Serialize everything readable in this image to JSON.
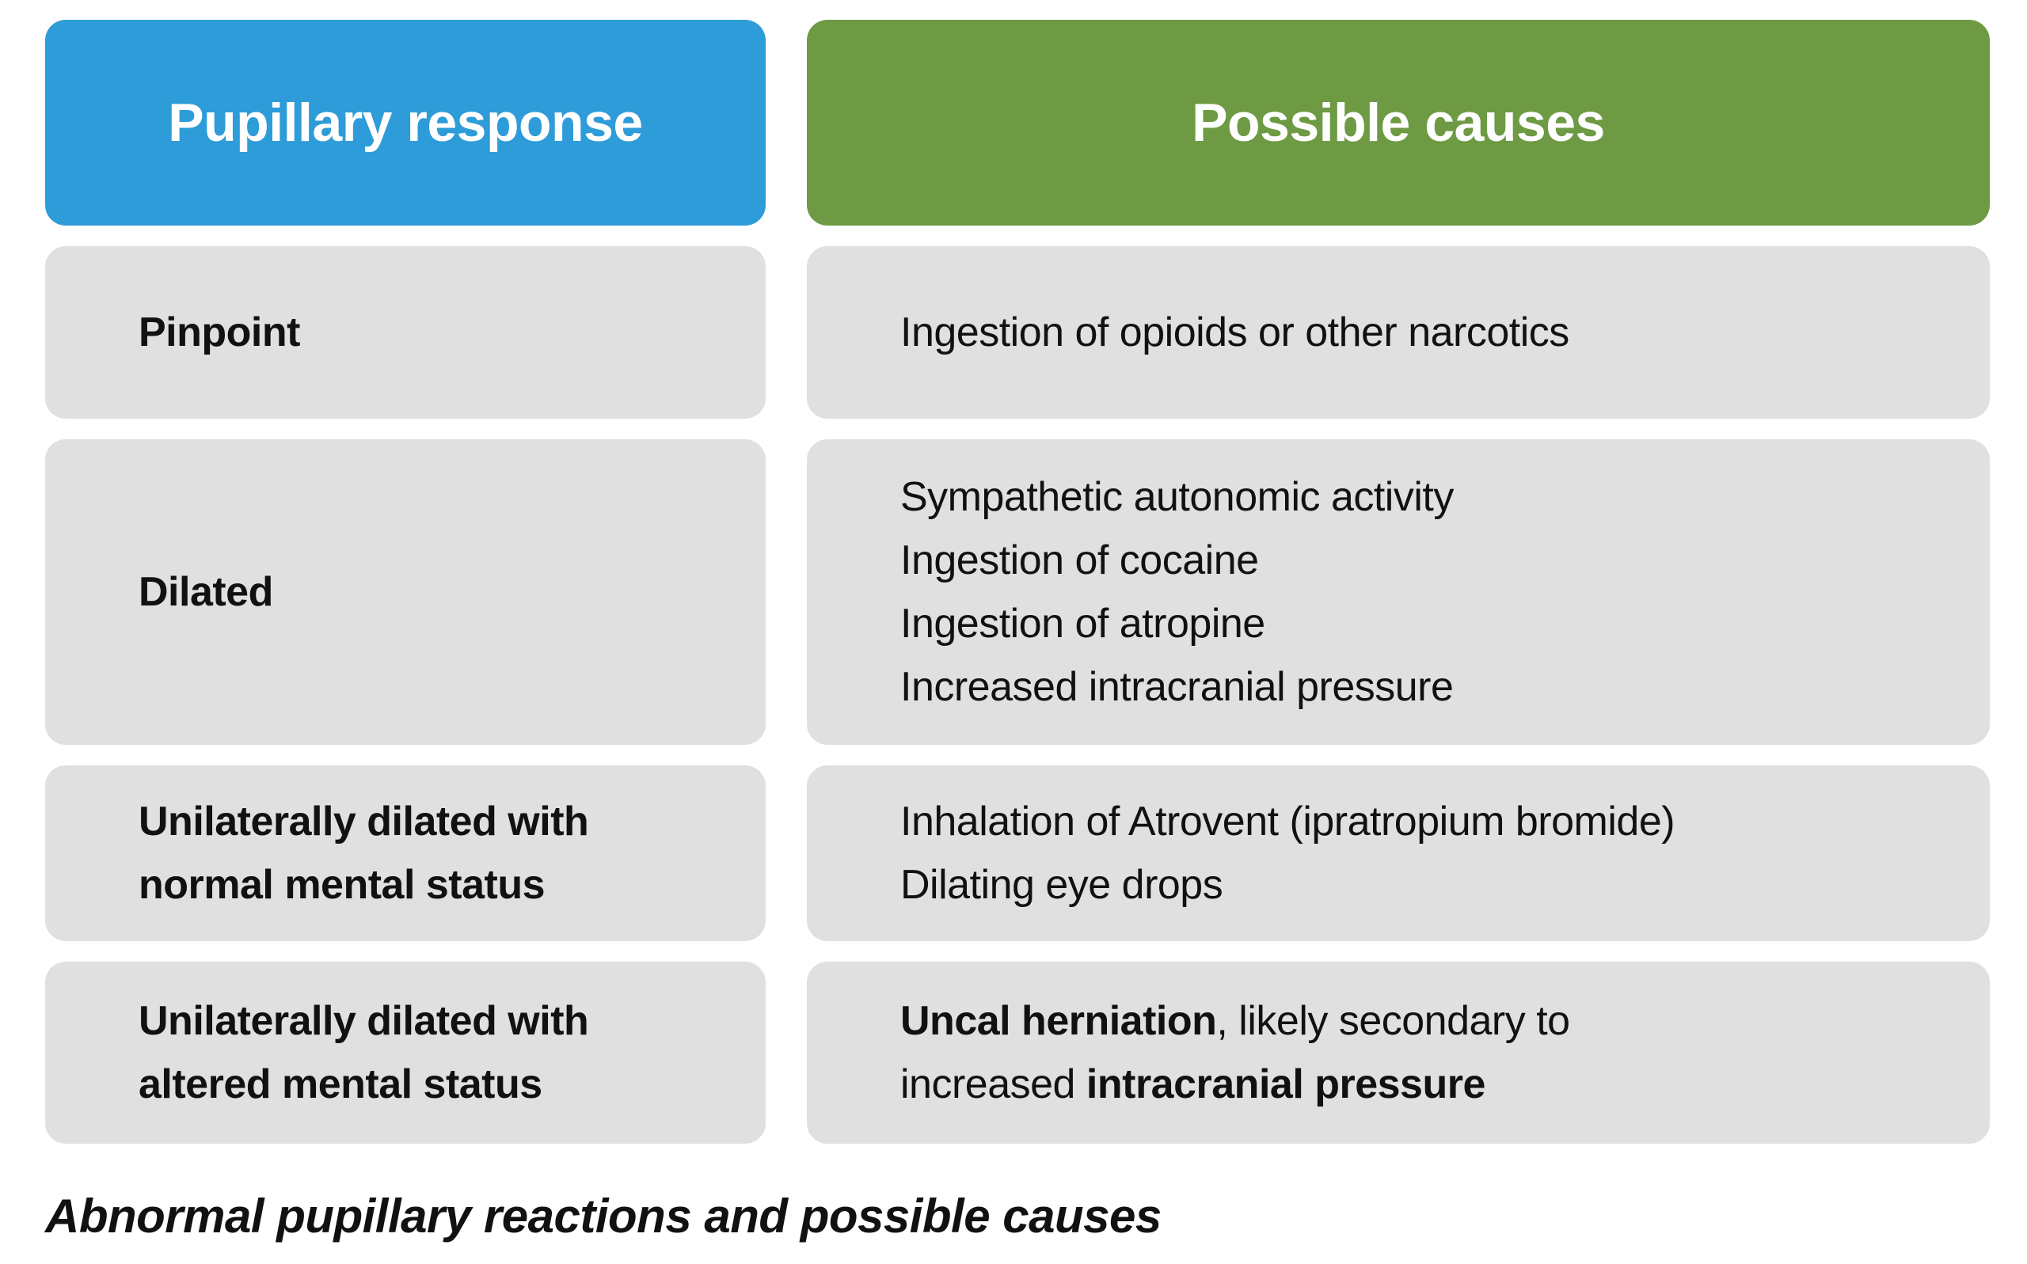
{
  "figure": {
    "headers": [
      {
        "label": "Pupillary response",
        "color": "#2e9cd8"
      },
      {
        "label": "Possible causes",
        "color": "#6d9a43"
      }
    ],
    "rows": [
      {
        "response_lines": [
          "Pinpoint"
        ],
        "cause_lines": [
          "Ingestion of opioids or other narcotics"
        ]
      },
      {
        "response_lines": [
          "Dilated"
        ],
        "cause_lines": [
          "Sympathetic autonomic activity",
          "Ingestion of cocaine",
          "Ingestion of atropine",
          "Increased intracranial pressure"
        ]
      },
      {
        "response_lines": [
          "Unilaterally dilated with",
          "normal mental status"
        ],
        "cause_lines": [
          "Inhalation of Atrovent (ipratropium bromide)",
          "Dilating eye drops"
        ]
      },
      {
        "response_lines": [
          "Unilaterally dilated with",
          "altered mental status"
        ],
        "cause_rich": [
          [
            {
              "text": "Uncal herniation",
              "bold": true
            },
            {
              "text": ", likely secondary to",
              "bold": false
            }
          ],
          [
            {
              "text": "increased ",
              "bold": false
            },
            {
              "text": "intracranial pressure",
              "bold": true
            }
          ]
        ]
      }
    ],
    "caption": "Abnormal pupillary reactions and possible causes",
    "colors": {
      "header_blue": "#2e9cd8",
      "header_green": "#6d9a43",
      "row_grey": "#e0e0e0",
      "text": "#111111",
      "header_text": "#ffffff",
      "background": "#ffffff"
    }
  },
  "chart_data": {
    "type": "table",
    "title": "Abnormal pupillary reactions and possible causes",
    "columns": [
      "Pupillary response",
      "Possible causes"
    ],
    "rows": [
      [
        "Pinpoint",
        "Ingestion of opioids or other narcotics"
      ],
      [
        "Dilated",
        "Sympathetic autonomic activity; Ingestion of cocaine; Ingestion of atropine; Increased intracranial pressure"
      ],
      [
        "Unilaterally dilated with normal mental status",
        "Inhalation of Atrovent (ipratropium bromide); Dilating eye drops"
      ],
      [
        "Unilaterally dilated with altered mental status",
        "Uncal herniation, likely secondary to increased intracranial pressure"
      ]
    ],
    "legend": "none",
    "grid": "off"
  }
}
